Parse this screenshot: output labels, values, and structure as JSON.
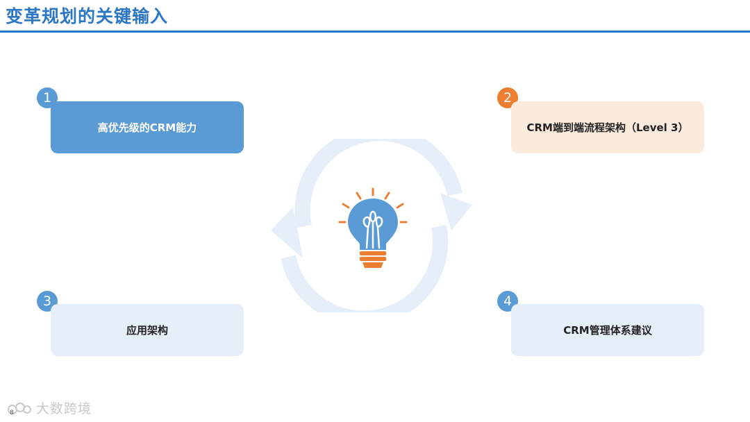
{
  "title": "变革规划的关键输入",
  "items": [
    {
      "number": "1",
      "label": "高优先级的CRM能力"
    },
    {
      "number": "2",
      "label": "CRM端到端流程架构（Level 3）"
    },
    {
      "number": "3",
      "label": "应用架构"
    },
    {
      "number": "4",
      "label": "CRM管理体系建议"
    }
  ],
  "watermark": "大数跨境",
  "page_number": "8",
  "colors": {
    "title_blue": "#2c76c6",
    "box_blue": "#5b9bd5",
    "box_light_blue": "#e6eef9",
    "box_peach": "#fcebdd",
    "accent_orange": "#ed7d31",
    "cycle_arrows": "#e6eef9"
  },
  "icons": [
    "lightbulb-icon",
    "cycle-arrows-icon",
    "watermark-logo-icon"
  ]
}
